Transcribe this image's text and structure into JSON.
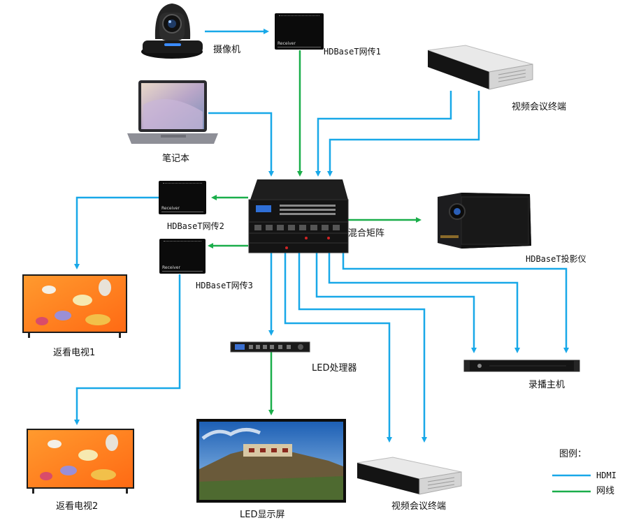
{
  "nodes": {
    "camera": "摄像机",
    "hdbt1": "HDBaseT网传1",
    "vc_top": "视频会议终端",
    "laptop": "笔记本",
    "hdbt2": "HDBaseT网传2",
    "hdbt3": "HDBaseT网传3",
    "matrix": "混合矩阵",
    "projector": "HDBaseT投影仪",
    "tv1": "返看电视1",
    "tv2": "返看电视2",
    "led_proc": "LED处理器",
    "led_screen": "LED显示屏",
    "vc_bottom": "视频会议终端",
    "recorder": "录播主机"
  },
  "device_text": {
    "receiver": "Receiver"
  },
  "legend": {
    "title": "图例：",
    "hdmi": "HDMI",
    "network": "网线"
  },
  "colors": {
    "hdmi": "#18a8e8",
    "network": "#1aae4a"
  }
}
